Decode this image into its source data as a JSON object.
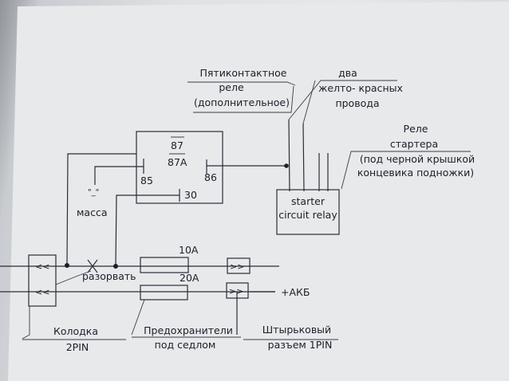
{
  "labels": {
    "five_pin_relay": [
      "Пятиконтактное",
      "реле",
      "(дополнительное)"
    ],
    "two_wires": [
      "два",
      "желто- красных",
      "провода"
    ],
    "starter_relay": [
      "Реле",
      "стартера",
      "(под черной крышкой",
      "концевика подножки)"
    ],
    "starter_circuit_relay": [
      "starter",
      "circuit relay"
    ],
    "ground": "масса",
    "ground_symbol": "\"_\"",
    "cut": "разорвать",
    "fuse_10a": "10A",
    "fuse_20a": "20A",
    "battery": "+АКБ",
    "connector_2pin": [
      "Колодка",
      "2PIN"
    ],
    "fuses_under_seat": [
      "Предохранители",
      "под седлом"
    ],
    "pin_connector_1pin": [
      "Штырьковый",
      "разъем 1PIN"
    ]
  },
  "relay_pins": {
    "p87": "87",
    "p87a": "87A",
    "p85": "85",
    "p86": "86",
    "p30": "30"
  },
  "connector_symbols": {
    "double_chevron_left": "<<",
    "double_chevron_right": ">>"
  }
}
